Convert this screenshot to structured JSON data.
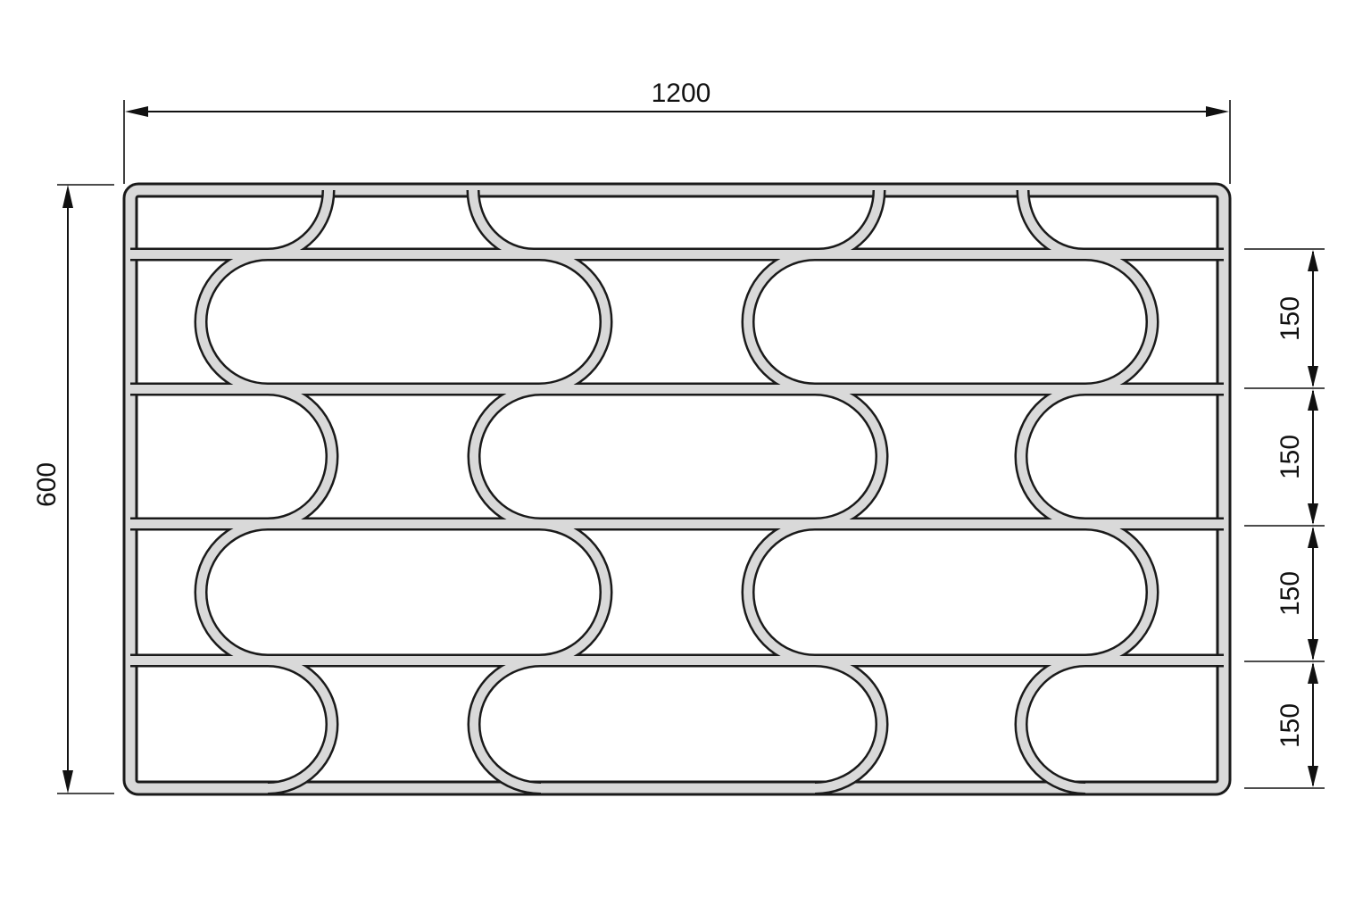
{
  "dimensions": {
    "width_label": "1200",
    "height_label": "600",
    "row_labels": [
      "150",
      "150",
      "150",
      "150"
    ]
  },
  "colors": {
    "line": "#1a1a1a",
    "fill": "#d9d9d9",
    "background": "#ffffff"
  }
}
